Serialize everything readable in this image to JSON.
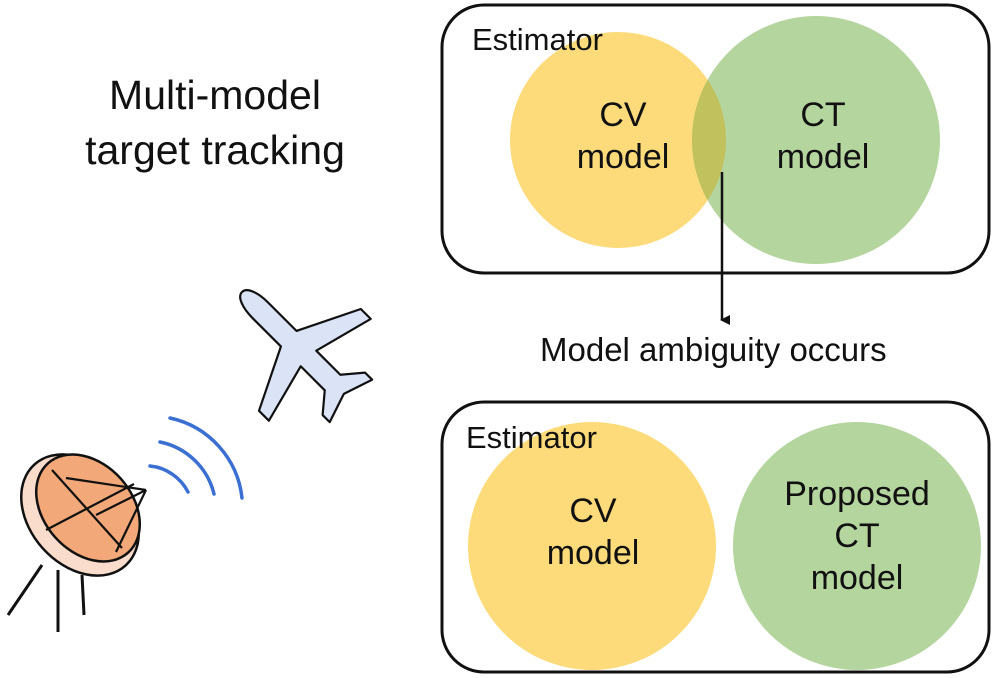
{
  "title": {
    "line1": "Multi-model",
    "line2": "target tracking"
  },
  "top_box": {
    "label": "Estimator",
    "left_circle": {
      "line1": "CV",
      "line2": "model"
    },
    "right_circle": {
      "line1": "CT",
      "line2": "model"
    }
  },
  "transition_text": "Model ambiguity occurs",
  "bottom_box": {
    "label": "Estimator",
    "left_circle": {
      "line1": "CV",
      "line2": "model"
    },
    "right_circle": {
      "line1": "Proposed",
      "line2": "CT",
      "line3": "model"
    }
  },
  "colors": {
    "cv_circle": "#fddb7a",
    "ct_circle": "#b4d59e",
    "overlap": "#c1c15e",
    "box_border": "#111111",
    "signal_waves": "#3b6fd1",
    "airplane_fill": "#dbe3f7",
    "dish_fill": "#f2a878",
    "dish_rim": "#f9dccb"
  },
  "icons": [
    "airplane-icon",
    "radar-dish-icon",
    "signal-waves-icon"
  ]
}
